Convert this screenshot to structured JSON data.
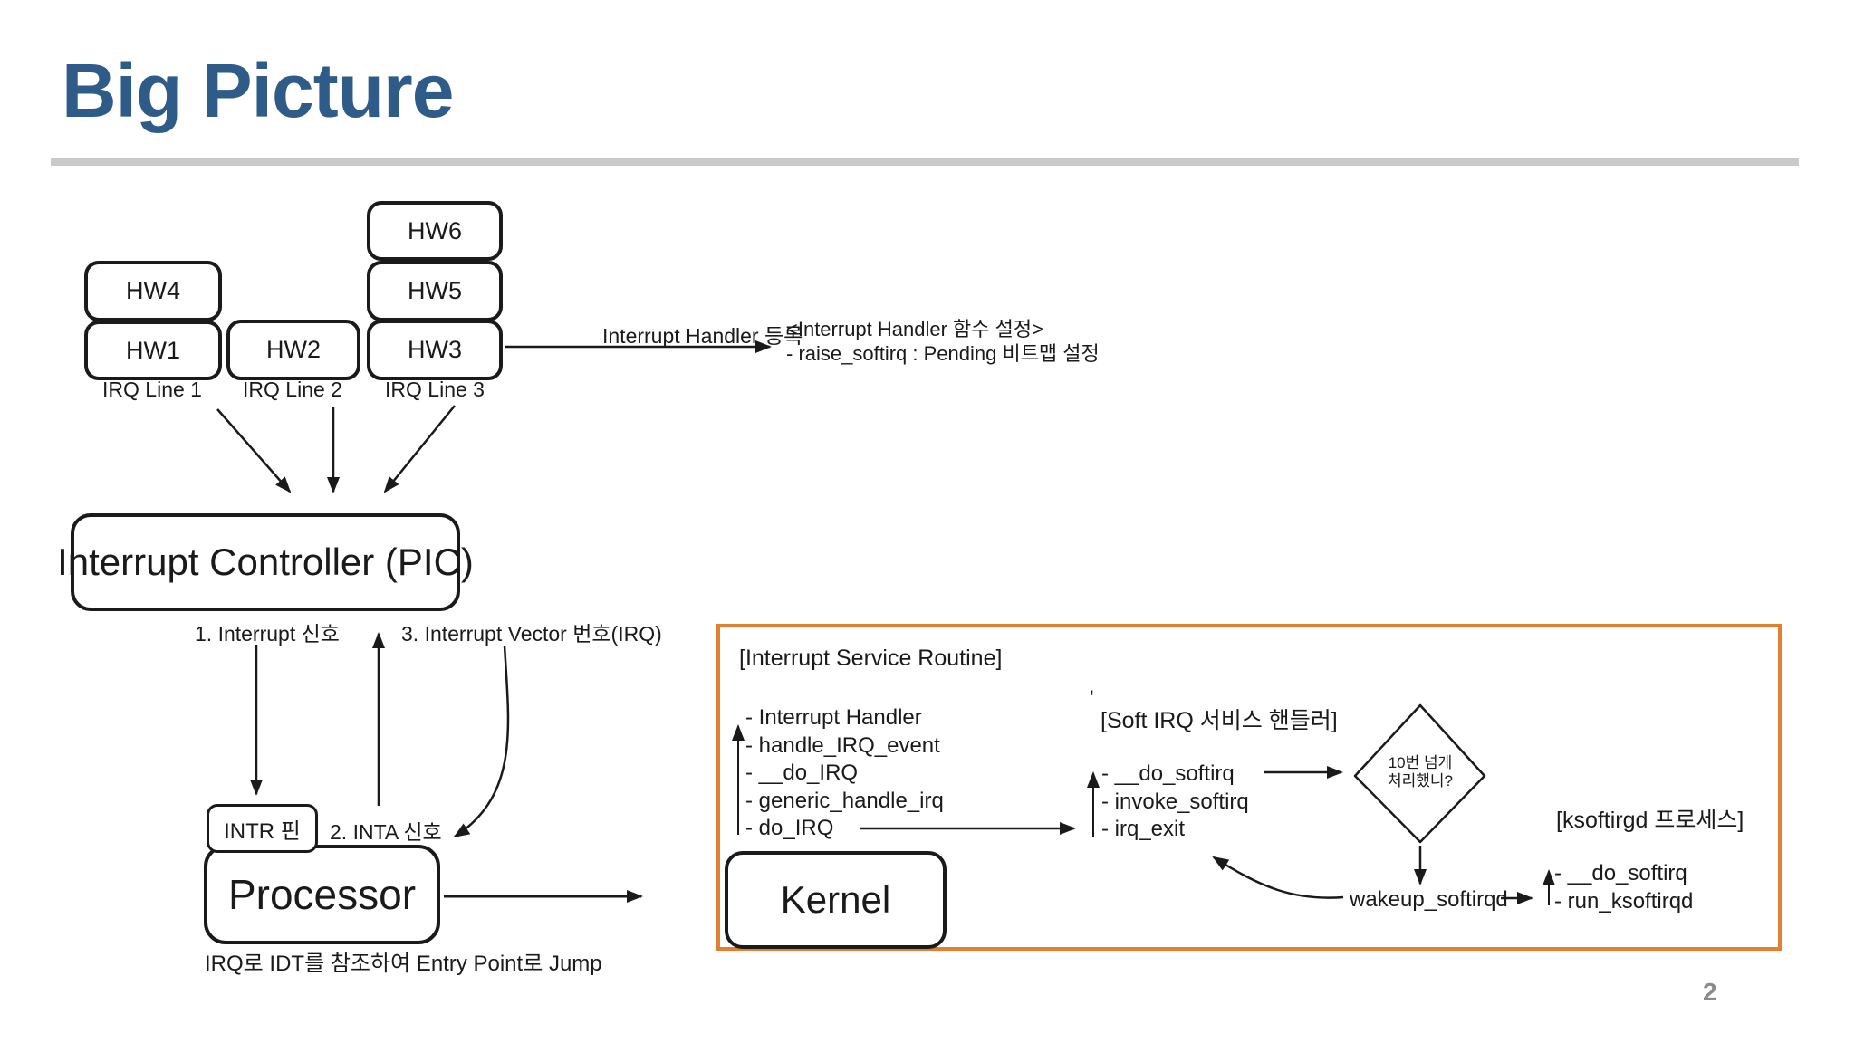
{
  "slide": {
    "title": "Big Picture",
    "page_number": "2"
  },
  "colors": {
    "title_blue": "#2E5B88",
    "divider_gray": "#C9C9C9",
    "line_black": "#1A1A1A",
    "frame_orange": "#E2802F",
    "page_gray": "#8A8A8A"
  },
  "hw": {
    "hw1": "HW1",
    "hw2": "HW2",
    "hw3": "HW3",
    "hw4": "HW4",
    "hw5": "HW5",
    "hw6": "HW6"
  },
  "irq_lines": {
    "l1": "IRQ Line 1",
    "l2": "IRQ Line 2",
    "l3": "IRQ Line 3"
  },
  "registration": {
    "arrow_label": "Interrupt Handler 등록",
    "note_line1": "<Interrupt Handler 함수 설정>",
    "note_line2": "- raise_softirq : Pending 비트맵 설정"
  },
  "pic": {
    "label": "Interrupt Controller (PIC)"
  },
  "signals": {
    "s1": "1. Interrupt 신호",
    "s2": "2. INTA 신호",
    "s3": "3. Interrupt Vector 번호(IRQ)",
    "intr_pin": "INTR 핀"
  },
  "processor": {
    "label": "Processor",
    "caption": "IRQ로 IDT를 참조하여 Entry Point로 Jump"
  },
  "kernel": {
    "label": "Kernel"
  },
  "isr": {
    "title": "[Interrupt Service Routine]",
    "items": [
      "- Interrupt Handler",
      "- handle_IRQ_event",
      "- __do_IRQ",
      "- generic_handle_irq",
      "- do_IRQ"
    ]
  },
  "softirq": {
    "tick": "'",
    "title": "[Soft IRQ 서비스 핸들러]",
    "items": [
      "- __do_softirq",
      "- invoke_softirq",
      "- irq_exit"
    ]
  },
  "decision": {
    "line1": "10번 넘게",
    "line2": "처리했니?"
  },
  "ksoftirqd": {
    "title": "[ksoftirgd 프로세스]",
    "wakeup": "wakeup_softirqd",
    "items": [
      "- __do_softirq",
      "- run_ksoftirqd"
    ]
  }
}
